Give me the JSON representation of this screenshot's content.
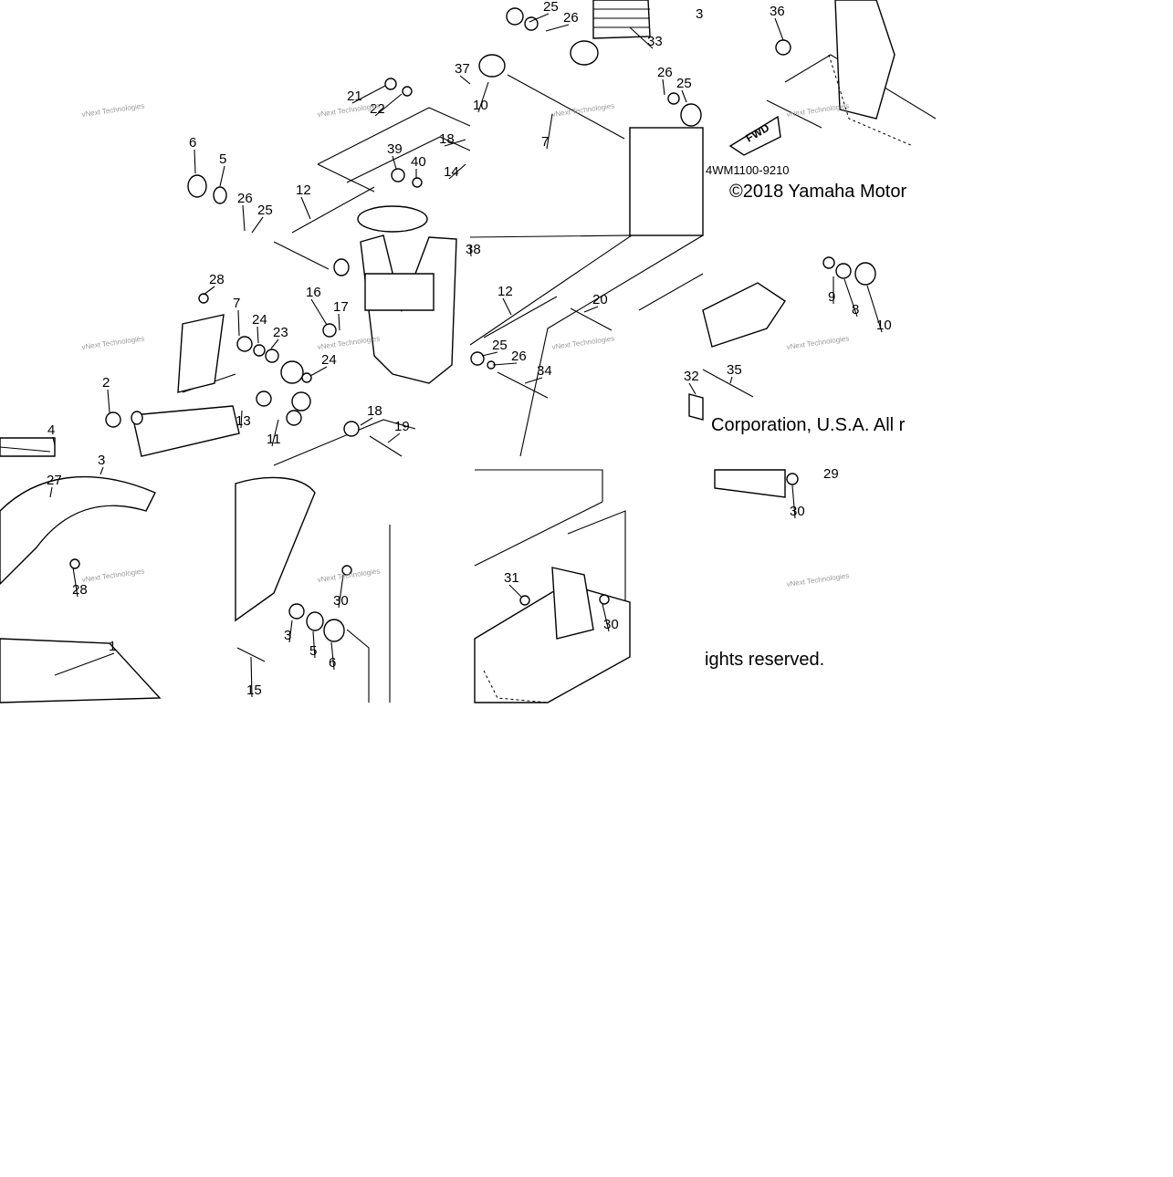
{
  "diagram": {
    "part_code": "4WM1100-9210",
    "copyright_line1": "©2018 Yamaha Motor",
    "copyright_line2": "Corporation, U.S.A. All r",
    "copyright_line3": "ights reserved.",
    "forward_arrow_label": "FWD",
    "watermark_text": "vNext Technologies",
    "callouts": [
      "1",
      "2",
      "3",
      "4",
      "5",
      "6",
      "7",
      "8",
      "9",
      "10",
      "11",
      "12",
      "13",
      "14",
      "15",
      "16",
      "17",
      "18",
      "19",
      "20",
      "21",
      "22",
      "23",
      "24",
      "25",
      "26",
      "27",
      "28",
      "29",
      "30",
      "31",
      "32",
      "33",
      "34",
      "35",
      "36",
      "37",
      "38",
      "39",
      "40"
    ]
  }
}
